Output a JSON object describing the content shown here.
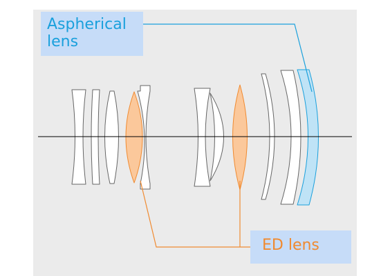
{
  "labels": {
    "aspherical": {
      "line1": "Aspherical",
      "line2": "lens"
    },
    "ed": "ED lens"
  },
  "colors": {
    "panel": "#ebebeb",
    "plain_lens_fill": "#ffffff",
    "ed_lens_fill": "#fbc89b",
    "aspherical_lens_fill": "#bfe3f6",
    "ed_accent": "#f08a30",
    "aspherical_accent": "#1aa0dc",
    "label_box": "#c6dcf8",
    "outline": "#666666",
    "optical_axis": "#000000"
  },
  "elements": [
    {
      "id": "front-group-element-1",
      "type": "plain"
    },
    {
      "id": "front-group-element-2",
      "type": "plain"
    },
    {
      "id": "front-group-element-3",
      "type": "plain"
    },
    {
      "id": "front-group-ed-element",
      "type": "ed"
    },
    {
      "id": "front-group-element-5",
      "type": "plain"
    },
    {
      "id": "rear-group-element-1",
      "type": "plain"
    },
    {
      "id": "rear-group-element-2",
      "type": "plain"
    },
    {
      "id": "rear-group-ed-element",
      "type": "ed"
    },
    {
      "id": "rear-group-element-4",
      "type": "plain"
    },
    {
      "id": "rear-group-element-5",
      "type": "plain"
    },
    {
      "id": "rear-group-aspherical-element",
      "type": "aspherical"
    }
  ]
}
